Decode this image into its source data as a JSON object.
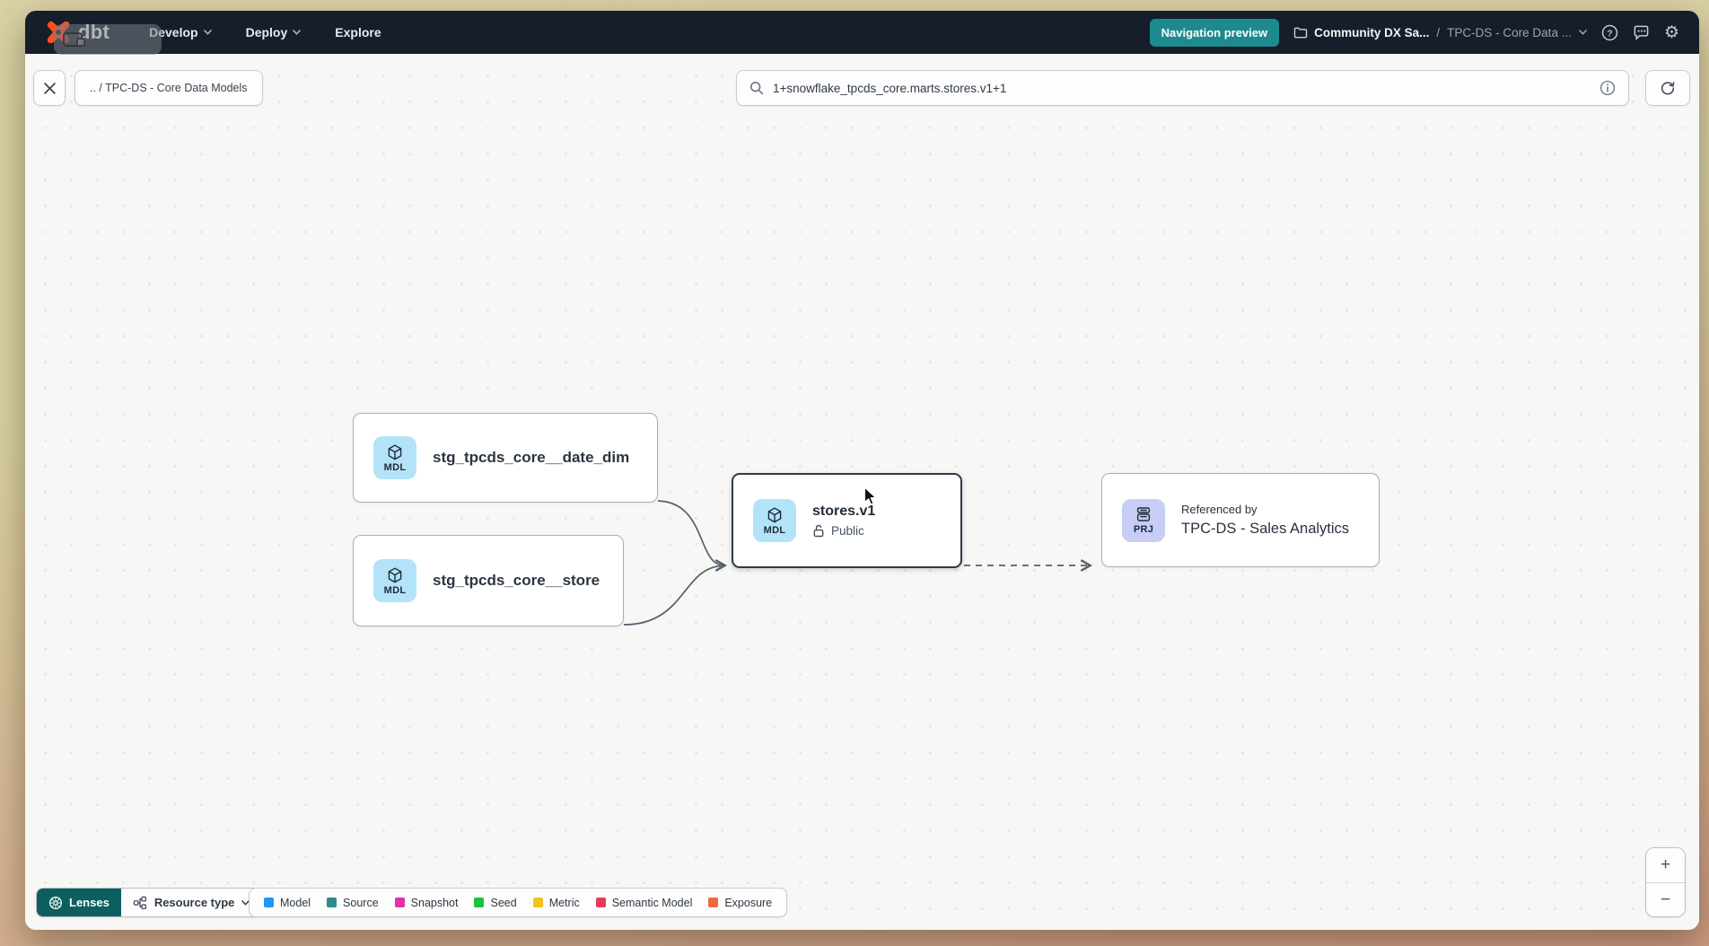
{
  "header": {
    "logo": "dbt",
    "nav_items": [
      {
        "label": "Develop"
      },
      {
        "label": "Deploy"
      },
      {
        "label": "Explore"
      }
    ],
    "preview_badge": {
      "label": "Navigation preview",
      "color": "#1d8a8d"
    },
    "breadcrumb": {
      "project": "Community DX Sa...",
      "separator": "/",
      "current": "TPC-DS - Core Data ..."
    }
  },
  "toolbar": {
    "path_chip": ".. / TPC-DS - Core Data Models",
    "search": {
      "value": "1+snowflake_tpcds_core.marts.stores.v1+1"
    }
  },
  "graph": {
    "badge_colors": {
      "MDL": "#b3e3f8",
      "PRJ": "#c7cdf7"
    },
    "nodes": [
      {
        "badge": "MDL",
        "label": "stg_tpcds_core__date_dim"
      },
      {
        "badge": "MDL",
        "label": "stg_tpcds_core__store"
      },
      {
        "badge": "MDL",
        "label": "stores.v1",
        "access": "Public",
        "selected": true
      },
      {
        "badge": "PRJ",
        "caption": "Referenced by",
        "label": "TPC-DS - Sales Analytics"
      }
    ]
  },
  "footer": {
    "lenses_label": "Lenses",
    "lenses_color": "#0d5f5f",
    "resource_type_label": "Resource type",
    "legend": [
      {
        "label": "Model",
        "color": "#2196f3"
      },
      {
        "label": "Source",
        "color": "#2f8c8c"
      },
      {
        "label": "Snapshot",
        "color": "#e331b0"
      },
      {
        "label": "Seed",
        "color": "#18c43b"
      },
      {
        "label": "Metric",
        "color": "#f0c41c"
      },
      {
        "label": "Semantic Model",
        "color": "#ea3a59"
      },
      {
        "label": "Exposure",
        "color": "#f06a3b"
      }
    ]
  },
  "zoom_controls": {
    "zoom_in": "+",
    "zoom_out": "−"
  }
}
